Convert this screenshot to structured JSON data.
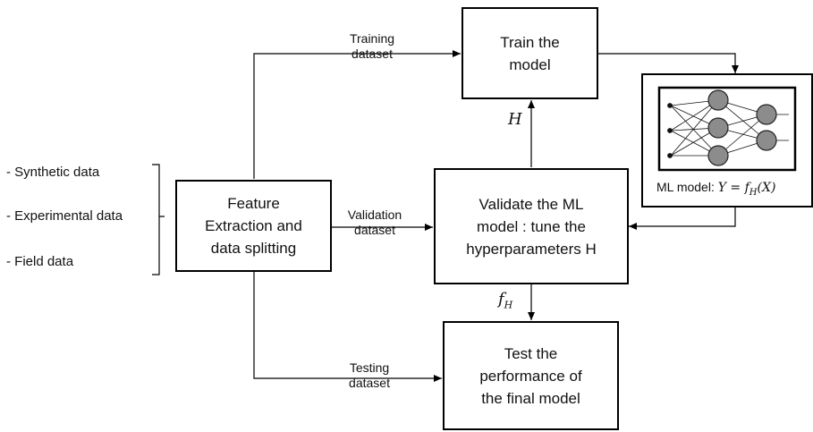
{
  "sources": {
    "synthetic": "- Synthetic data",
    "experimental": "- Experimental data",
    "field": "- Field data"
  },
  "boxes": {
    "feature": "Feature\nExtraction and\ndata splitting",
    "train": "Train the\nmodel",
    "validate": "Validate the ML\nmodel : tune the\nhyperparameters H",
    "test": "Test the\nperformance of\nthe final model"
  },
  "edge_labels": {
    "training": "Training\ndataset",
    "validation": "Validation\ndataset",
    "testing": "Testing\ndataset",
    "H": "H",
    "fH_base": "f",
    "fH_sub": "H"
  },
  "ml_model": {
    "caption_prefix": "ML model: ",
    "caption_formula": "Y = f",
    "caption_sub": "H",
    "caption_suffix": "(X)"
  }
}
